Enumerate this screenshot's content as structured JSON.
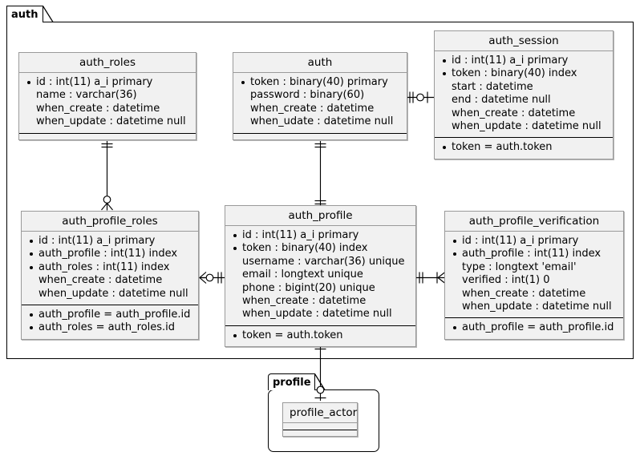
{
  "diagram": {
    "type": "entity-relationship",
    "packages": [
      {
        "name": "auth"
      },
      {
        "name": "profile"
      }
    ]
  },
  "packages": {
    "auth": {
      "label": "auth"
    },
    "profile": {
      "label": "profile"
    }
  },
  "entities": {
    "auth_roles": {
      "title": "auth_roles",
      "fields": [
        {
          "text": "id : int(11) a_i primary",
          "key": true
        },
        {
          "text": "name : varchar(36)",
          "key": false
        },
        {
          "text": "when_create : datetime",
          "key": false
        },
        {
          "text": "when_update : datetime null",
          "key": false
        }
      ],
      "relations": []
    },
    "auth": {
      "title": "auth",
      "fields": [
        {
          "text": "token : binary(40) primary",
          "key": true
        },
        {
          "text": "password : binary(60)",
          "key": false
        },
        {
          "text": "when_create : datetime",
          "key": false
        },
        {
          "text": "when_udate : datetime null",
          "key": false
        }
      ],
      "relations": []
    },
    "auth_session": {
      "title": "auth_session",
      "fields": [
        {
          "text": "id : int(11) a_i primary",
          "key": true
        },
        {
          "text": "token : binary(40) index",
          "key": true
        },
        {
          "text": "start : datetime",
          "key": false
        },
        {
          "text": "end : datetime null",
          "key": false
        },
        {
          "text": "when_create : datetime",
          "key": false
        },
        {
          "text": "when_update : datetime null",
          "key": false
        }
      ],
      "relations": [
        {
          "text": "token = auth.token",
          "key": true
        }
      ]
    },
    "auth_profile_roles": {
      "title": "auth_profile_roles",
      "fields": [
        {
          "text": "id : int(11) a_i primary",
          "key": true
        },
        {
          "text": "auth_profile : int(11) index",
          "key": true
        },
        {
          "text": "auth_roles : int(11) index",
          "key": true
        },
        {
          "text": "when_create : datetime",
          "key": false
        },
        {
          "text": "when_update : datetime null",
          "key": false
        }
      ],
      "relations": [
        {
          "text": "auth_profile = auth_profile.id",
          "key": true
        },
        {
          "text": "auth_roles = auth_roles.id",
          "key": true
        }
      ]
    },
    "auth_profile": {
      "title": "auth_profile",
      "fields": [
        {
          "text": "id : int(11) a_i primary",
          "key": true
        },
        {
          "text": "token : binary(40) index",
          "key": true
        },
        {
          "text": "username : varchar(36) unique",
          "key": false
        },
        {
          "text": "email : longtext unique",
          "key": false
        },
        {
          "text": "phone : bigint(20) unique",
          "key": false
        },
        {
          "text": "when_create : datetime",
          "key": false
        },
        {
          "text": "when_update : datetime null",
          "key": false
        }
      ],
      "relations": [
        {
          "text": "token = auth.token",
          "key": true
        }
      ]
    },
    "auth_profile_verification": {
      "title": "auth_profile_verification",
      "fields": [
        {
          "text": "id : int(11) a_i primary",
          "key": true
        },
        {
          "text": "auth_profile : int(11) index",
          "key": true
        },
        {
          "text": "type : longtext 'email'",
          "key": false
        },
        {
          "text": "verified : int(1) 0",
          "key": false
        },
        {
          "text": "when_create : datetime",
          "key": false
        },
        {
          "text": "when_update : datetime null",
          "key": false
        }
      ],
      "relations": [
        {
          "text": "auth_profile = auth_profile.id",
          "key": true
        }
      ]
    },
    "profile_actor": {
      "title": "profile_actor",
      "fields": [],
      "relations": []
    }
  },
  "relationships": [
    {
      "name": "auth-to-auth_session",
      "from": "auth",
      "to": "auth_session",
      "from_cardinality": "one",
      "to_cardinality": "zero-or-one",
      "notation": "||--o|"
    },
    {
      "name": "auth_roles-to-auth_profile_roles",
      "from": "auth_roles",
      "to": "auth_profile_roles",
      "from_cardinality": "one",
      "to_cardinality": "zero-or-many",
      "notation": "||--o{"
    },
    {
      "name": "auth-to-auth_profile",
      "from": "auth",
      "to": "auth_profile",
      "from_cardinality": "one",
      "to_cardinality": "one",
      "notation": "||--||"
    },
    {
      "name": "auth_profile_roles-to-auth_profile",
      "from": "auth_profile_roles",
      "to": "auth_profile",
      "from_cardinality": "zero-or-many",
      "to_cardinality": "one",
      "notation": "}o--||"
    },
    {
      "name": "auth_profile-to-auth_profile_verification",
      "from": "auth_profile",
      "to": "auth_profile_verification",
      "from_cardinality": "one",
      "to_cardinality": "one-or-many",
      "notation": "||--|{"
    },
    {
      "name": "auth_profile-to-profile_actor",
      "from": "auth_profile",
      "to": "profile_actor",
      "from_cardinality": "one",
      "to_cardinality": "zero-or-one",
      "notation": "||--o|"
    }
  ],
  "colors": {
    "entity_fill": "#f1f1f1",
    "entity_border": "#9a9a9a",
    "package_border": "#000000",
    "line": "#000000",
    "background": "#ffffff"
  }
}
